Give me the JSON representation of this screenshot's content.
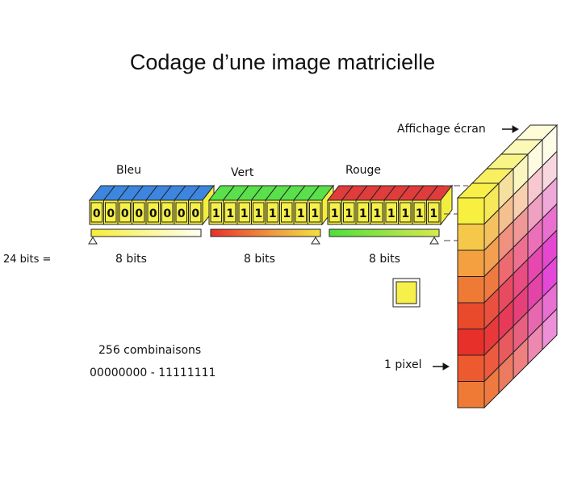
{
  "title": "Codage d’une image matricielle",
  "total_label": "24 bits =",
  "channels": [
    {
      "name": "Bleu",
      "bits": "00000000",
      "size": "8 bits",
      "top_color": "#3d86e0"
    },
    {
      "name": "Vert",
      "bits": "11111111",
      "size": "8 bits",
      "top_color": "#5ae04a"
    },
    {
      "name": "Rouge",
      "bits": "11111111",
      "size": "8 bits",
      "top_color": "#e03c3c"
    }
  ],
  "screen_label": "Affichage écran",
  "pixel_label": "1 pixel",
  "combinations": "256 combinaisons",
  "range": "00000000 - 11111111",
  "colors": {
    "bit_face": "#f5f04a",
    "pixel": "#f8f04a"
  }
}
